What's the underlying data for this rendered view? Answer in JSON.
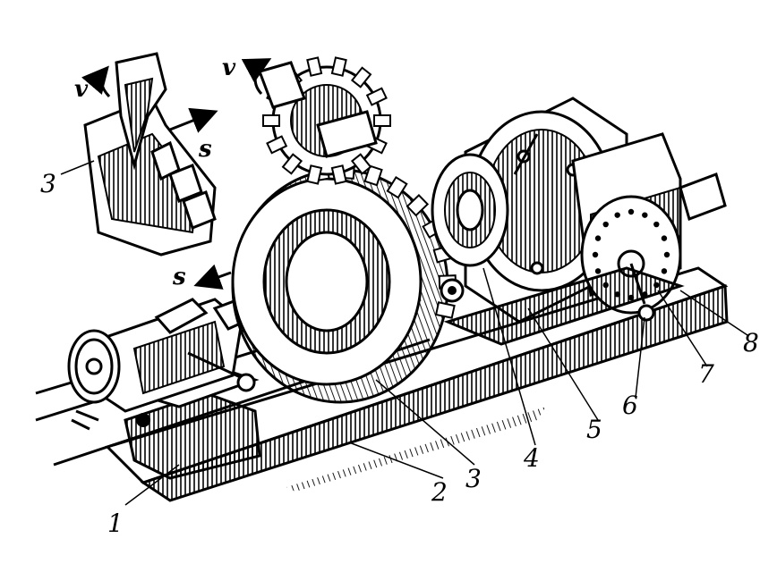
{
  "labels": {
    "part_1": "1",
    "part_2": "2",
    "part_3": "3",
    "part_4": "4",
    "part_5": "5",
    "part_6": "6",
    "part_7": "7",
    "part_8": "8",
    "inset_part_3": "3",
    "inset_v": "v",
    "inset_s": "s",
    "main_v": "v",
    "main_s": "s"
  },
  "colors": {
    "ink": "#000000",
    "paper": "#ffffff"
  }
}
